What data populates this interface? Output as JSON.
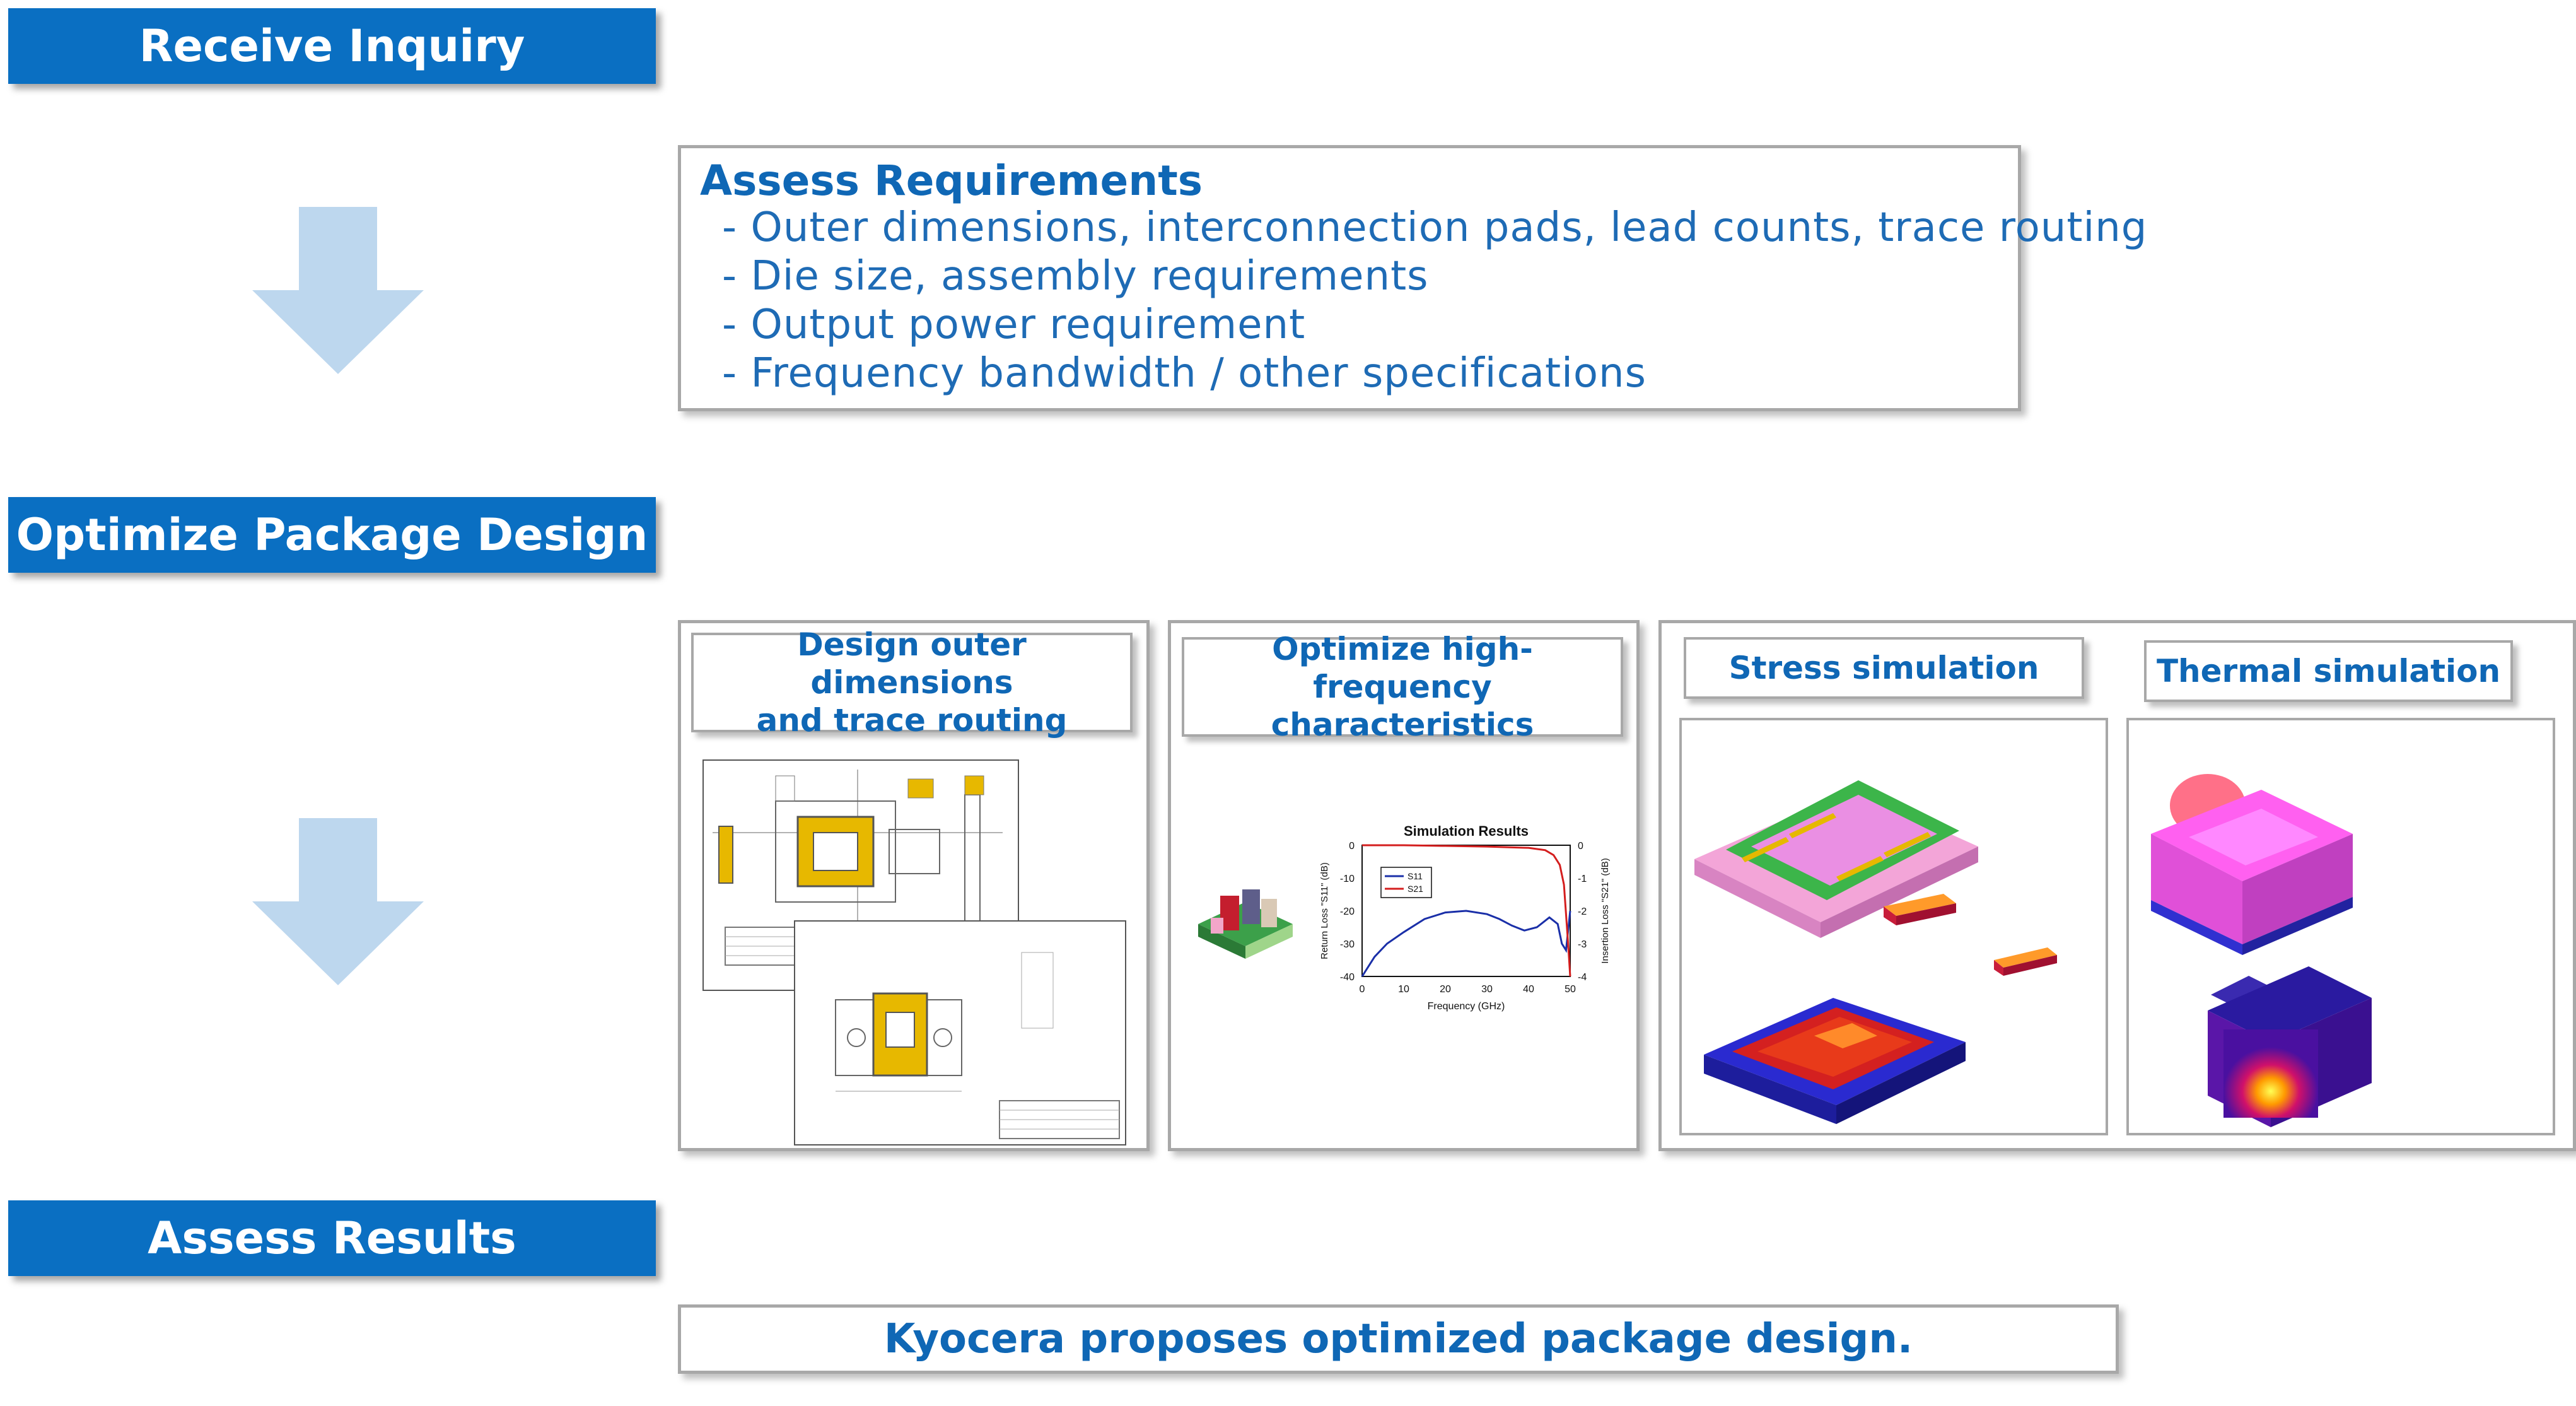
{
  "steps": {
    "receive": "Receive Inquiry",
    "optimize": "Optimize Package Design",
    "assess": "Assess Results"
  },
  "requirements": {
    "title": "Assess Requirements",
    "items": [
      "- Outer dimensions, interconnection pads, lead counts, trace routing",
      "- Die size, assembly requirements",
      "- Output power requirement",
      "- Frequency bandwidth / other specifications"
    ]
  },
  "panels": {
    "design": {
      "line1": "Design outer dimensions",
      "line2": "and trace routing"
    },
    "highfreq": {
      "line1": "Optimize high-frequency",
      "line2": "characteristics"
    },
    "stress": "Stress simulation",
    "thermal": "Thermal simulation"
  },
  "final": "Kyocera proposes optimized package design.",
  "chart_data": {
    "type": "line",
    "title": "Simulation Results",
    "xlabel": "Frequency (GHz)",
    "ylabel": "Return Loss \"S11\" (dB)",
    "y2label": "Insertion Loss \"S21\" (dB)",
    "xlim": [
      0,
      50
    ],
    "ylim": [
      -40,
      0
    ],
    "y2lim": [
      -4,
      0
    ],
    "xticks": [
      "0",
      "10",
      "20",
      "30",
      "40",
      "50"
    ],
    "yticks": [
      "0",
      "-10",
      "-20",
      "-30",
      "-40"
    ],
    "y2ticks": [
      "0",
      "-1",
      "-2",
      "-3",
      "-4"
    ],
    "legend": "top-left",
    "series": [
      {
        "name": "S11",
        "color": "#1a2fa8",
        "axis": "left",
        "x": [
          0,
          3,
          6,
          10,
          15,
          20,
          25,
          30,
          33,
          36,
          39,
          42,
          45,
          47,
          48,
          49,
          50
        ],
        "y": [
          -40,
          -34,
          -30,
          -26.5,
          -22.5,
          -20.5,
          -20,
          -21,
          -22.5,
          -24.5,
          -26,
          -25,
          -22,
          -24,
          -30,
          -32,
          -20
        ]
      },
      {
        "name": "S21",
        "color": "#d41e1e",
        "axis": "right",
        "x": [
          0,
          10,
          20,
          30,
          40,
          44,
          46,
          47.5,
          48.5,
          49.5,
          50
        ],
        "y": [
          0,
          0,
          -0.02,
          -0.04,
          -0.08,
          -0.15,
          -0.3,
          -0.6,
          -1.2,
          -3,
          -4
        ]
      }
    ]
  },
  "colors": {
    "primary": "#0a6fc2",
    "arrow": "#bdd7ee",
    "text": "#0f67b5"
  }
}
